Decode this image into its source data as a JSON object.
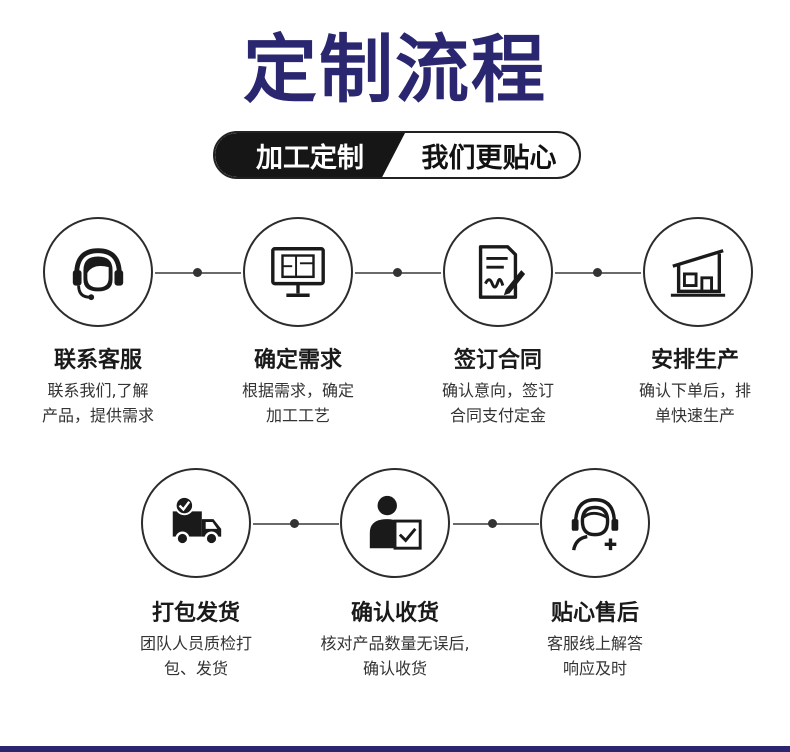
{
  "title": "定制流程",
  "tagline": {
    "left": "加工定制",
    "right": "我们更贴心"
  },
  "steps": [
    {
      "icon": "headset-icon",
      "title": "联系客服",
      "desc1": "联系我们,了解",
      "desc2": "产品，提供需求"
    },
    {
      "icon": "monitor-blueprint-icon",
      "title": "确定需求",
      "desc1": "根据需求，确定",
      "desc2": "加工工艺"
    },
    {
      "icon": "contract-sign-icon",
      "title": "签订合同",
      "desc1": "确认意向，签订",
      "desc2": "合同支付定金"
    },
    {
      "icon": "factory-icon",
      "title": "安排生产",
      "desc1": "确认下单后，排",
      "desc2": "单快速生产"
    },
    {
      "icon": "delivery-truck-icon",
      "title": "打包发货",
      "desc1": "团队人员质检打",
      "desc2": "包、发货"
    },
    {
      "icon": "receive-check-icon",
      "title": "确认收货",
      "desc1": "核对产品数量无误后,",
      "desc2": "确认收货"
    },
    {
      "icon": "support-agent-icon",
      "title": "贴心售后",
      "desc1": "客服线上解答",
      "desc2": "响应及时"
    }
  ],
  "colors": {
    "title": "#2b2670",
    "pill_dark": "#161616",
    "line": "#6a6a6a"
  }
}
